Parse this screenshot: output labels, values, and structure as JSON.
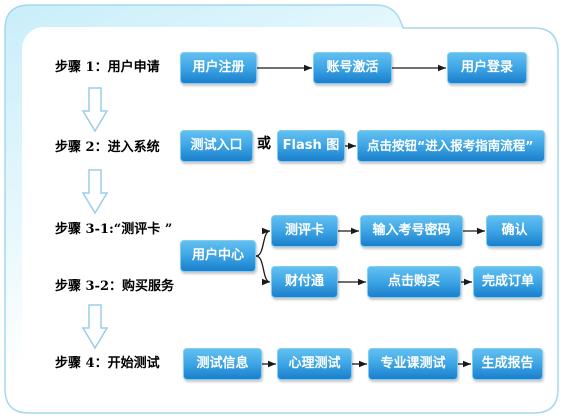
{
  "colors": {
    "box_top": "#62c0f0",
    "box_bottom": "#1b7fcc",
    "box_border": "#82cbf1",
    "arrow": "#1a1a1a",
    "down_arrow_outline": "#9ccde6",
    "frame_border": "#a5d8ee",
    "frame_tint": "#c8eefa"
  },
  "steps": {
    "step1": "步骤 1：用户申请",
    "step2": "步骤 2：进入系统",
    "step3_1": "步骤 3-1:“测评卡 ”",
    "step3_2": "步骤 3-2：购买服务",
    "step4": "步骤 4：开始测试"
  },
  "row1": {
    "register": "用户注册",
    "activate": "账号激活",
    "login": "用户登录"
  },
  "row2": {
    "entry": "测试入口",
    "or": "或",
    "flash": "Flash 图",
    "guide_button": "点击按钮“进入报考指南流程”"
  },
  "row3": {
    "user_center": "用户中心",
    "card": "测评卡",
    "enter_password": "输入考号密码",
    "confirm": "确认",
    "tenpay": "财付通",
    "buy": "点击购买",
    "order_done": "完成订单"
  },
  "row4": {
    "test_info": "测试信息",
    "psych_test": "心理测试",
    "major_test": "专业课测试",
    "report": "生成报告"
  }
}
